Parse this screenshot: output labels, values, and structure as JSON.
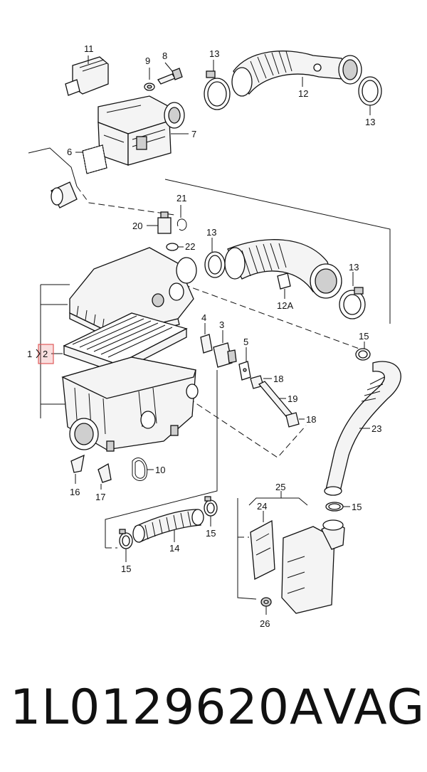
{
  "callouts": {
    "c1": "1",
    "c2": "2",
    "c3": "3",
    "c4": "4",
    "c5": "5",
    "c6": "6",
    "c7": "7",
    "c8": "8",
    "c9": "9",
    "c10": "10",
    "c11": "11",
    "c12": "12",
    "c12a": "12A",
    "c13a": "13",
    "c13b": "13",
    "c13c": "13",
    "c13d": "13",
    "c14": "14",
    "c15a": "15",
    "c15b": "15",
    "c15c": "15",
    "c15d": "15",
    "c16": "16",
    "c17": "17",
    "c18a": "18",
    "c18b": "18",
    "c19": "19",
    "c20": "20",
    "c21": "21",
    "c22": "22",
    "c23": "23",
    "c24": "24",
    "c25": "25",
    "c26": "26"
  },
  "highlight_color": "#e05a5a",
  "footer": {
    "part_number": "1L0129620A",
    "brand": "VAG"
  }
}
